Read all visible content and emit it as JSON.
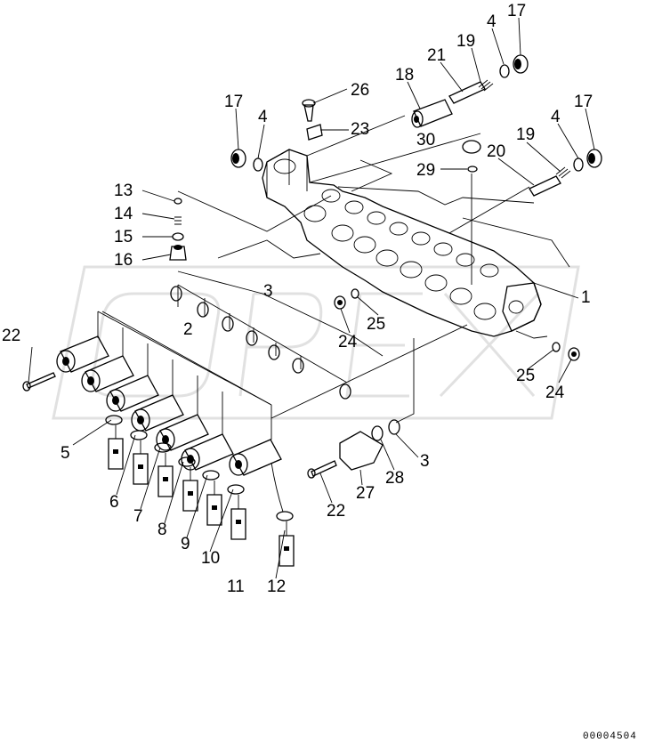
{
  "diagram": {
    "callouts": [
      {
        "id": "c-17a",
        "label": "17"
      },
      {
        "id": "c-4a",
        "label": "4"
      },
      {
        "id": "c-19a",
        "label": "19"
      },
      {
        "id": "c-21",
        "label": "21"
      },
      {
        "id": "c-18",
        "label": "18"
      },
      {
        "id": "c-26",
        "label": "26"
      },
      {
        "id": "c-17b",
        "label": "17"
      },
      {
        "id": "c-4b",
        "label": "4"
      },
      {
        "id": "c-23",
        "label": "23"
      },
      {
        "id": "c-30",
        "label": "30"
      },
      {
        "id": "c-19b",
        "label": "19"
      },
      {
        "id": "c-4c",
        "label": "4"
      },
      {
        "id": "c-17c",
        "label": "17"
      },
      {
        "id": "c-20",
        "label": "20"
      },
      {
        "id": "c-29",
        "label": "29"
      },
      {
        "id": "c-13",
        "label": "13"
      },
      {
        "id": "c-14",
        "label": "14"
      },
      {
        "id": "c-15",
        "label": "15"
      },
      {
        "id": "c-16",
        "label": "16"
      },
      {
        "id": "c-3a",
        "label": "3"
      },
      {
        "id": "c-1",
        "label": "1"
      },
      {
        "id": "c-25a",
        "label": "25"
      },
      {
        "id": "c-24a",
        "label": "24"
      },
      {
        "id": "c-2",
        "label": "2"
      },
      {
        "id": "c-22a",
        "label": "22"
      },
      {
        "id": "c-25b",
        "label": "25"
      },
      {
        "id": "c-24b",
        "label": "24"
      },
      {
        "id": "c-5",
        "label": "5"
      },
      {
        "id": "c-3b",
        "label": "3"
      },
      {
        "id": "c-28",
        "label": "28"
      },
      {
        "id": "c-6",
        "label": "6"
      },
      {
        "id": "c-27",
        "label": "27"
      },
      {
        "id": "c-7",
        "label": "7"
      },
      {
        "id": "c-22b",
        "label": "22"
      },
      {
        "id": "c-8",
        "label": "8"
      },
      {
        "id": "c-9",
        "label": "9"
      },
      {
        "id": "c-10",
        "label": "10"
      },
      {
        "id": "c-11",
        "label": "11"
      },
      {
        "id": "c-12",
        "label": "12"
      }
    ],
    "code": "00004504",
    "watermark": "OPEX"
  }
}
